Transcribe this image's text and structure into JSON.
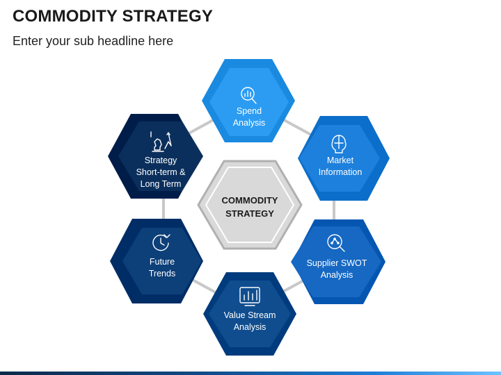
{
  "slide": {
    "title": "COMMODITY STRATEGY",
    "subtitle": "Enter your sub headline here"
  },
  "center": {
    "line1": "COMMODITY",
    "line2": "STRATEGY",
    "color": "#d9d9d9",
    "border": "#b0b0b0"
  },
  "nodes": [
    {
      "id": "spend-analysis",
      "lines": [
        "Spend",
        "Analysis"
      ],
      "icon": "magnifier-chart-icon",
      "color": "#2b9cf2"
    },
    {
      "id": "market-information",
      "lines": [
        "Market",
        "Information"
      ],
      "icon": "brain-chart-icon",
      "color": "#1d80dc"
    },
    {
      "id": "supplier-swot-analysis",
      "lines": [
        "Supplier SWOT",
        "Analysis"
      ],
      "icon": "magnifier-network-icon",
      "color": "#1668c3"
    },
    {
      "id": "value-stream-analysis",
      "lines": [
        "Value Stream",
        "Analysis"
      ],
      "icon": "dashboard-chart-icon",
      "color": "#0f4d8f"
    },
    {
      "id": "future-trends",
      "lines": [
        "Future",
        "Trends"
      ],
      "icon": "clock-arrow-icon",
      "color": "#0d3f78"
    },
    {
      "id": "strategy-short-long",
      "lines": [
        "Strategy",
        "Short-term &",
        "Long Term"
      ],
      "icon": "chess-strategy-icon",
      "color": "#0b2f5c"
    }
  ]
}
